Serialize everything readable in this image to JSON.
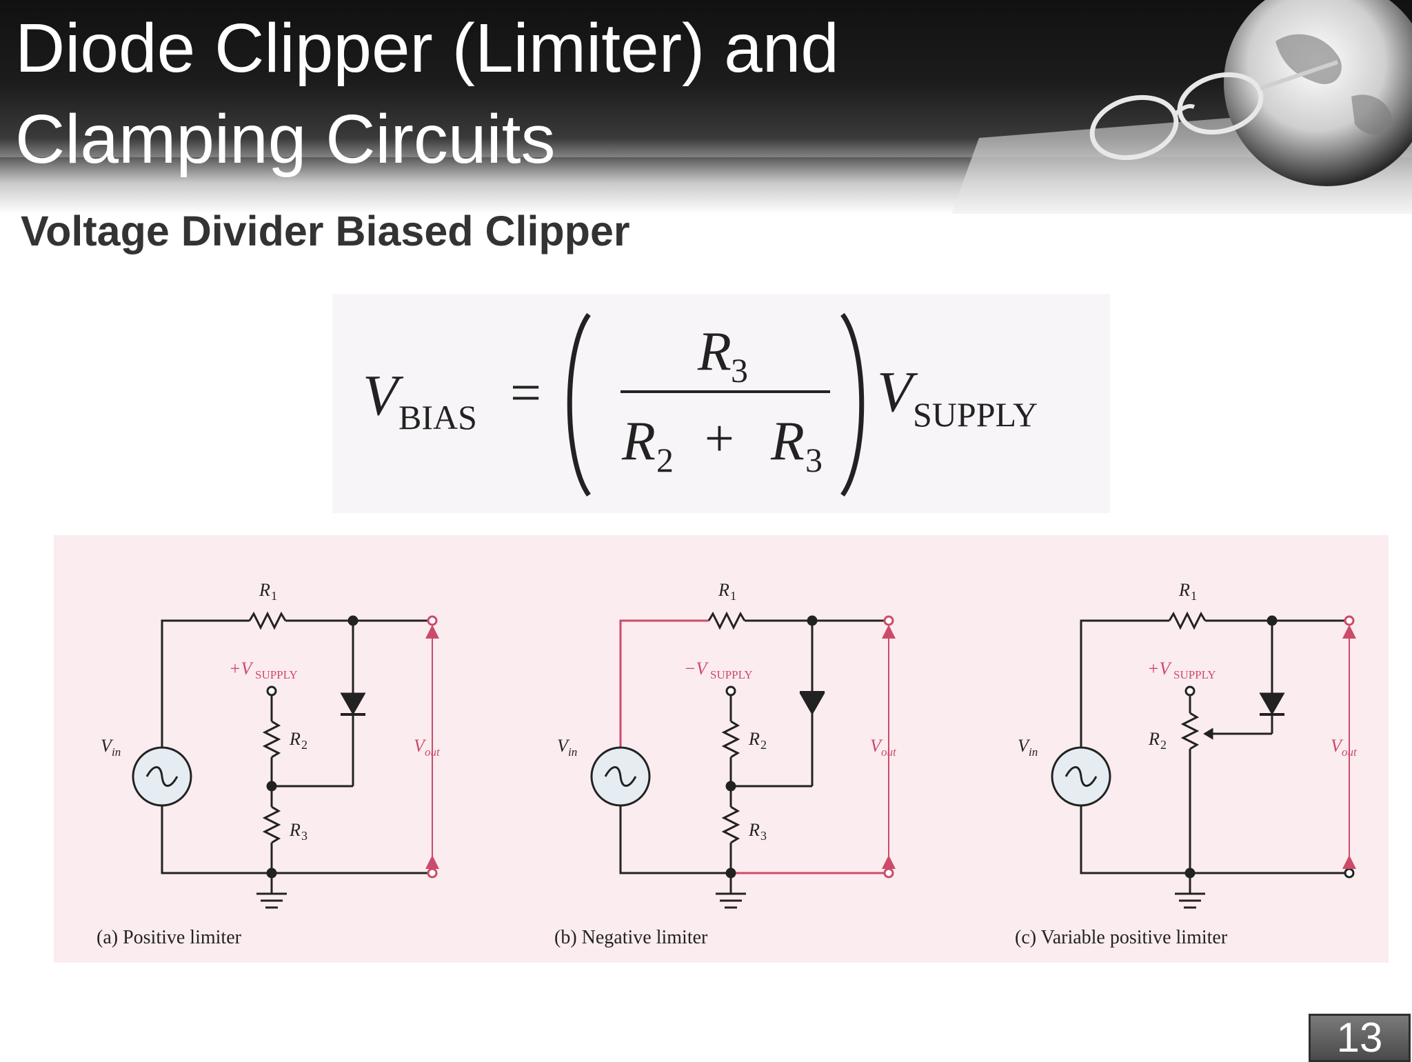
{
  "slide": {
    "title_line1": "Diode Clipper (Limiter) and",
    "title_line2": "Clamping Circuits",
    "subtitle": "Voltage Divider Biased Clipper",
    "page_number": "13"
  },
  "formula": {
    "lhs_v": "V",
    "lhs_sub": "BIAS",
    "equals": "=",
    "numerator": "R",
    "numerator_sub": "3",
    "denom_r2": "R",
    "denom_r2_sub": "2",
    "plus": "+",
    "denom_r3": "R",
    "denom_r3_sub": "3",
    "rhs_v": "V",
    "rhs_sub": "SUPPLY"
  },
  "circuits": [
    {
      "caption": "(a) Positive limiter",
      "r1": "R",
      "r1_sub": "1",
      "supply_prefix": "+V",
      "supply_sub": "SUPPLY",
      "r2": "R",
      "r2_sub": "2",
      "r3": "R",
      "r3_sub": "3",
      "vin": "V",
      "vin_sub": "in",
      "vout": "V",
      "vout_sub": "out"
    },
    {
      "caption": "(b) Negative limiter",
      "r1": "R",
      "r1_sub": "1",
      "supply_prefix": "−V",
      "supply_sub": "SUPPLY",
      "r2": "R",
      "r2_sub": "2",
      "r3": "R",
      "r3_sub": "3",
      "vin": "V",
      "vin_sub": "in",
      "vout": "V",
      "vout_sub": "out"
    },
    {
      "caption": "(c) Variable positive limiter",
      "r1": "R",
      "r1_sub": "1",
      "supply_prefix": "+V",
      "supply_sub": "SUPPLY",
      "r2": "R",
      "r2_sub": "2",
      "vin": "V",
      "vin_sub": "in",
      "vout": "V",
      "vout_sub": "out"
    }
  ],
  "colors": {
    "accent_pink": "#cc4a6a",
    "circuit_bg": "#fbecef",
    "wire": "#222222"
  }
}
